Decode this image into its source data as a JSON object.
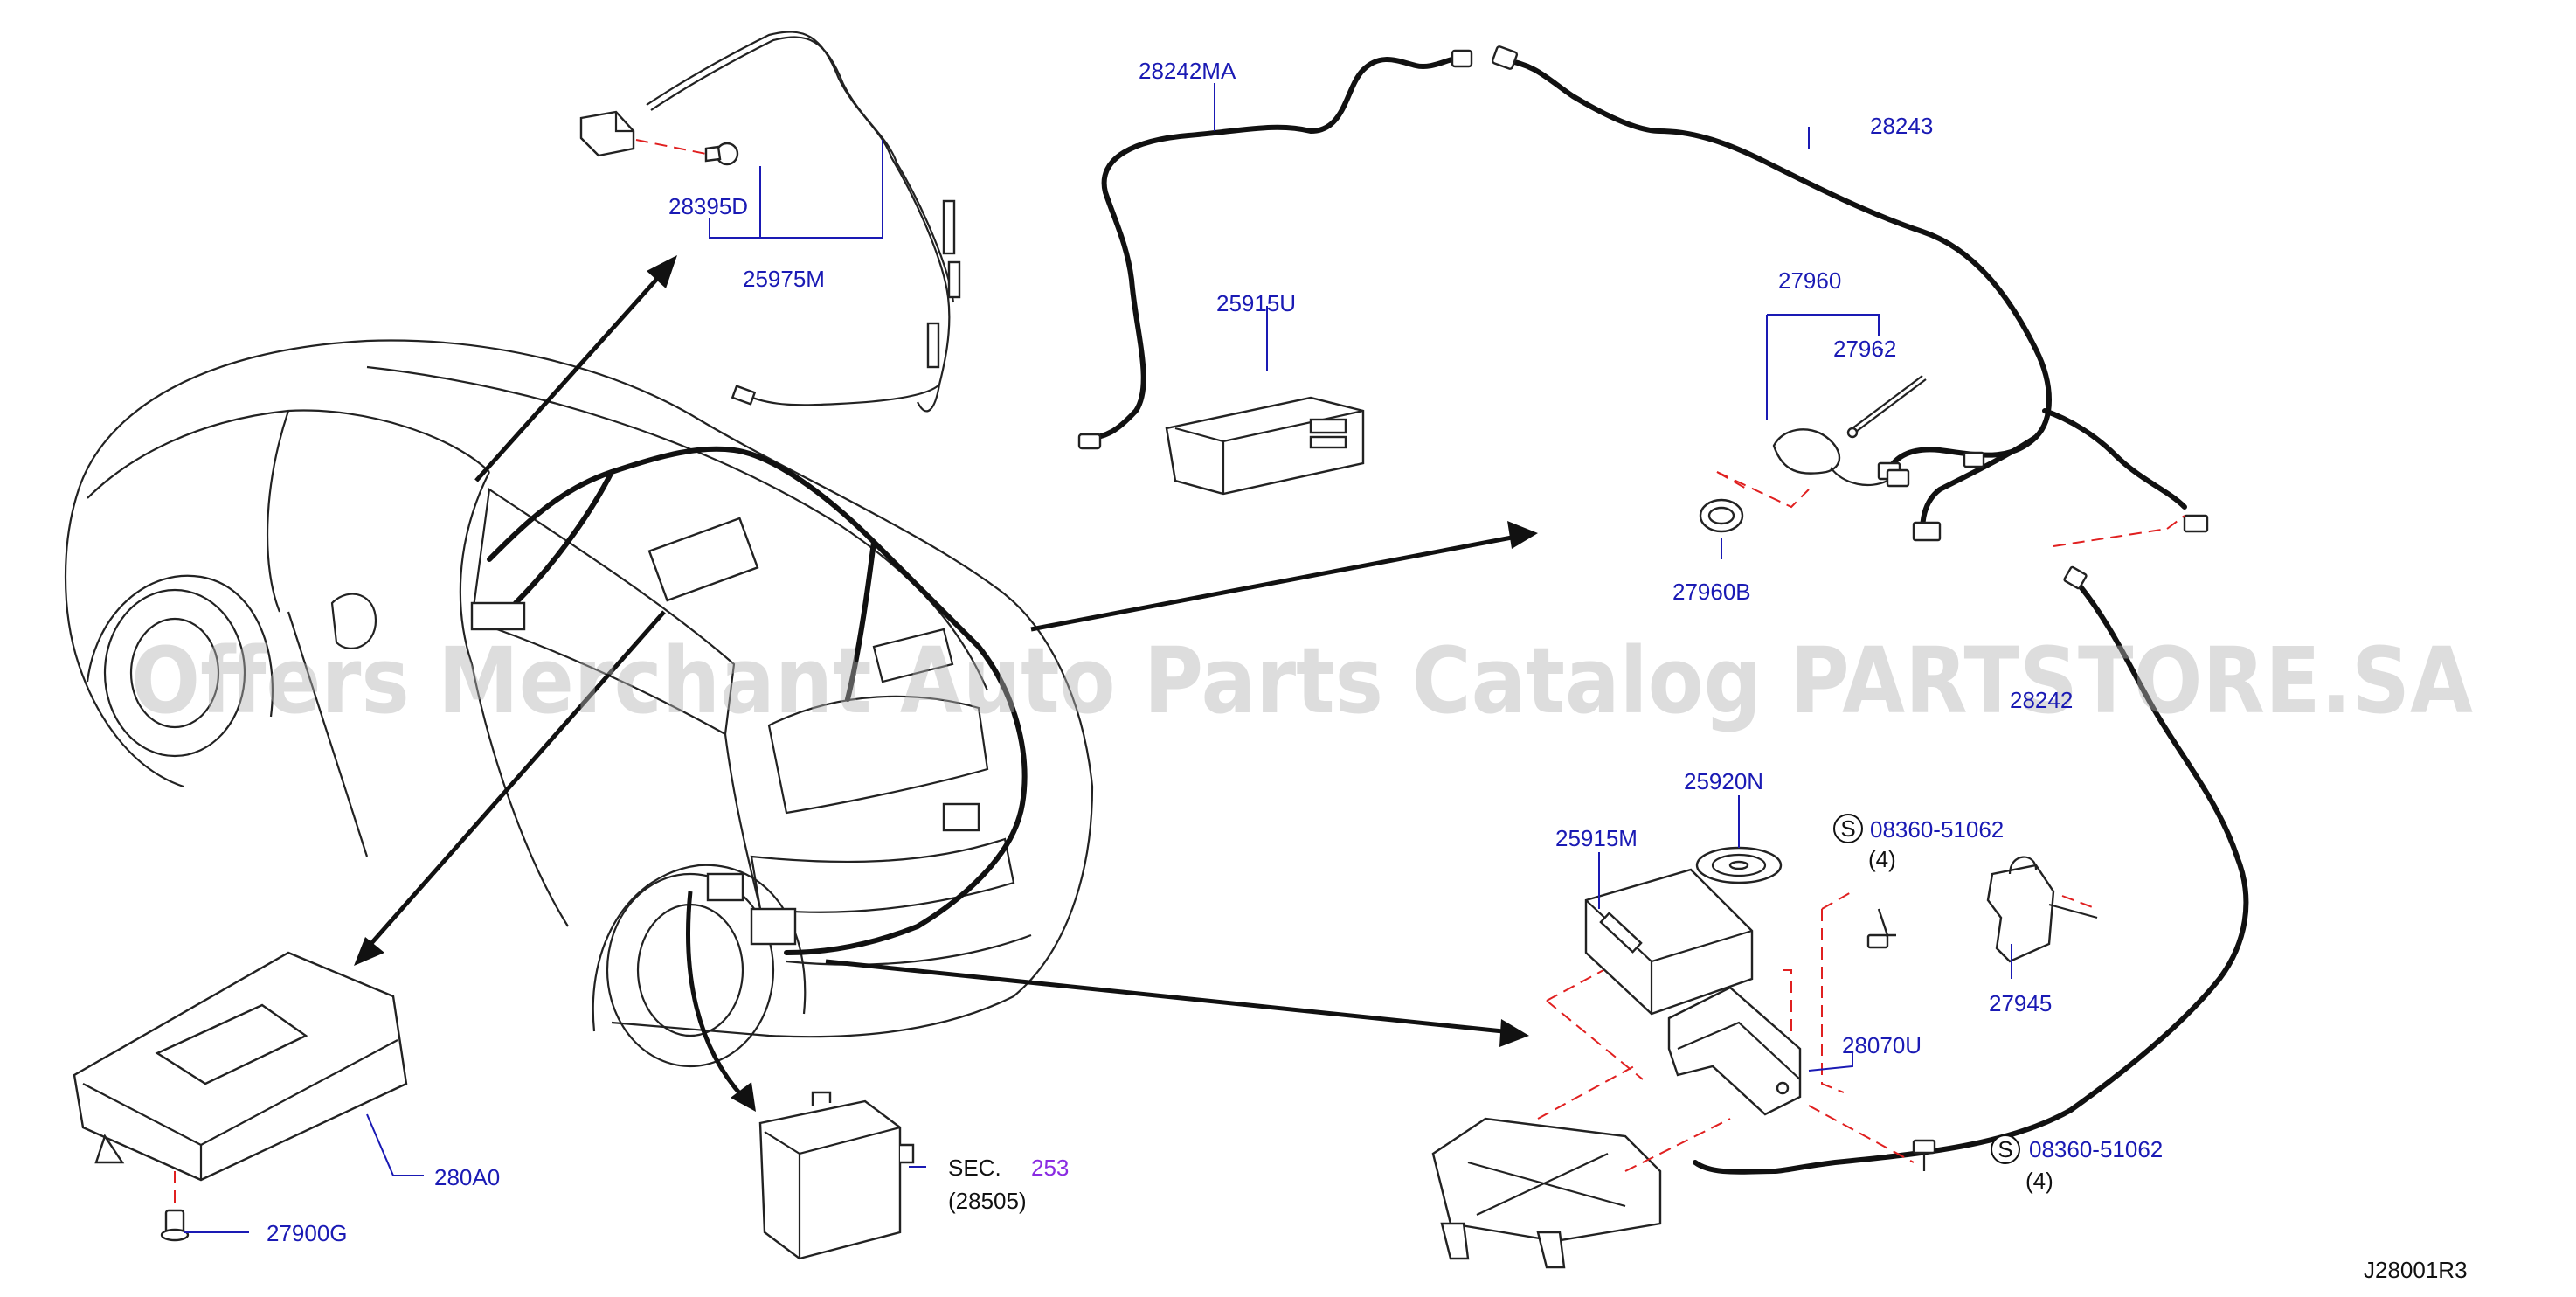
{
  "diagram": {
    "drawing_number": "J28001R3",
    "watermark": "Offers Merchant Auto Parts Catalog PARTSTORE.SA",
    "part_labels": {
      "p28395D": "28395D",
      "p25975M": "25975M",
      "p28242MA": "28242MA",
      "p28243": "28243",
      "p25915U": "25915U",
      "p27960": "27960",
      "p27962": "27962",
      "p27960B": "27960B",
      "p28242": "28242",
      "p25920N": "25920N",
      "p25915M": "25915M",
      "p08360a": "08360-51062",
      "p08360a_qty": "(4)",
      "p08360b": "08360-51062",
      "p08360b_qty": "(4)",
      "p28070U": "28070U",
      "p27945": "27945",
      "p280A0": "280A0",
      "p27900G": "27900G",
      "sec_prefix": "SEC.",
      "sec_number": "253",
      "sec_part": "(28505)"
    },
    "symbols": {
      "s_marker": "S"
    },
    "colors": {
      "label_blue": "#1a1ab4",
      "dashed_red": "#e02020",
      "sec_purple": "#8a2be2"
    }
  }
}
